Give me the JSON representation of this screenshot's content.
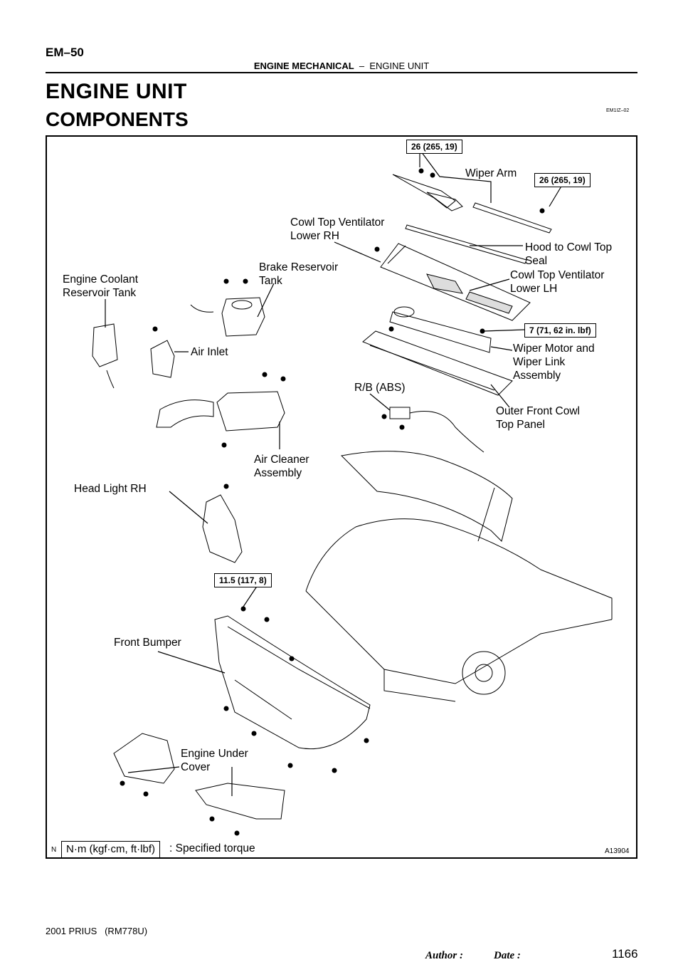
{
  "header": {
    "page_code": "EM–50",
    "section_bold": "ENGINE MECHANICAL",
    "section_rest": "  –  ENGINE UNIT"
  },
  "title": "ENGINE UNIT",
  "subtitle": "COMPONENTS",
  "ref_code": "EM1IZ–02",
  "figure": {
    "labels": {
      "wiper_arm": "Wiper Arm",
      "cowl_rh": "Cowl Top Ventilator\nLower RH",
      "hood_seal": "Hood to Cowl Top\nSeal",
      "coolant_tank": "Engine Coolant\nReservoir Tank",
      "brake_tank": "Brake Reservoir\nTank",
      "cowl_lh": "Cowl Top Ventilator\nLower LH",
      "air_inlet": "Air Inlet",
      "wiper_motor": "Wiper Motor and\nWiper Link\nAssembly",
      "rb_abs": "R/B (ABS)",
      "outer_cowl": "Outer Front Cowl\nTop Panel",
      "air_cleaner": "Air Cleaner\nAssembly",
      "head_light": "Head Light RH",
      "front_bumper": "Front Bumper",
      "under_cover": "Engine Under\nCover"
    },
    "torques": {
      "wiper_arm_1": "26 (265, 19)",
      "wiper_arm_2": "26 (265, 19)",
      "wiper_motor": "7 (71, 62 in. lbf)",
      "head_light": "11.5 (117, 8)"
    },
    "legend_unit": "N·m (kgf·cm, ft·lbf)",
    "legend_text": ": Specified torque",
    "mark": "N",
    "figure_code": "A13904"
  },
  "footer": {
    "model": "2001 PRIUS   (RM778U)",
    "author": "Author :",
    "date": "Date :",
    "page_number": "1166"
  }
}
